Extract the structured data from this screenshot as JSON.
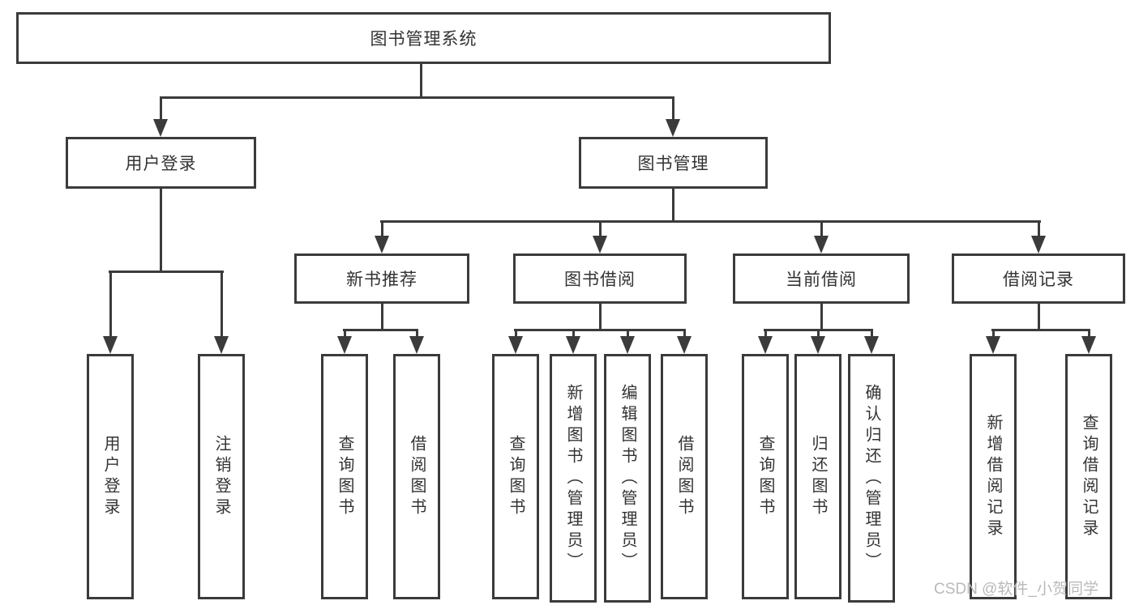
{
  "tree": {
    "label": "图书管理系统",
    "children": [
      {
        "label": "用户登录",
        "children": [
          {
            "label": "用户登录"
          },
          {
            "label": "注销登录"
          }
        ]
      },
      {
        "label": "图书管理",
        "children": [
          {
            "label": "新书推荐",
            "children": [
              {
                "label": "查询图书"
              },
              {
                "label": "借阅图书"
              }
            ]
          },
          {
            "label": "图书借阅",
            "children": [
              {
                "label": "查询图书"
              },
              {
                "label": "新增图书（管理员）"
              },
              {
                "label": "编辑图书（管理员）"
              },
              {
                "label": "借阅图书"
              }
            ]
          },
          {
            "label": "当前借阅",
            "children": [
              {
                "label": "查询图书"
              },
              {
                "label": "归还图书"
              },
              {
                "label": "确认归还（管理员）"
              }
            ]
          },
          {
            "label": "借阅记录",
            "children": [
              {
                "label": "新增借阅记录"
              },
              {
                "label": "查询借阅记录"
              }
            ]
          }
        ]
      }
    ]
  },
  "watermark": {
    "text": "CSDN @软件_小贺同学"
  },
  "colors": {
    "line": "#3b3b3b",
    "text": "#333333",
    "bg": "#ffffff",
    "watermark": "#b9b9b9"
  }
}
